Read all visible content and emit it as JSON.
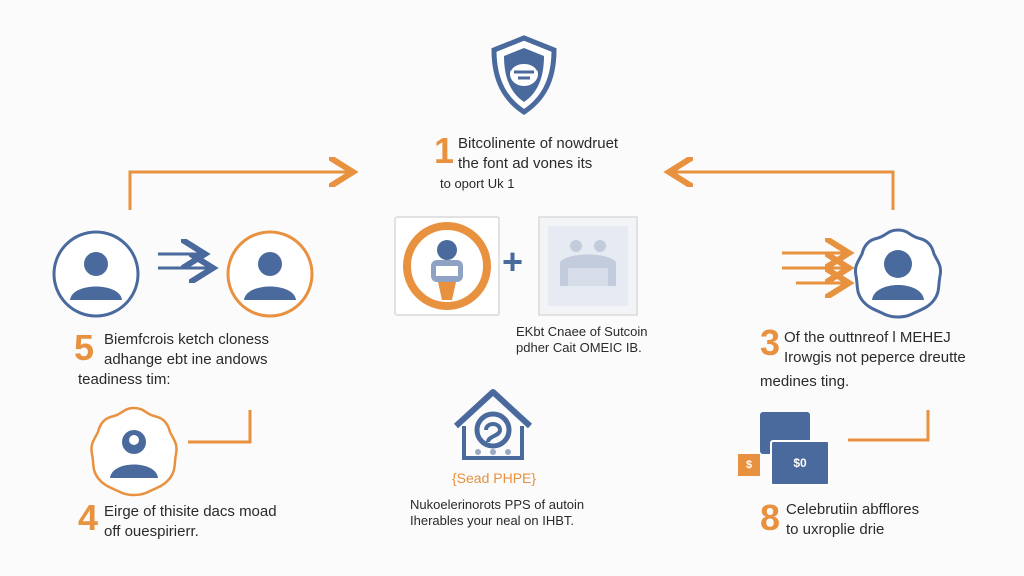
{
  "colors": {
    "orange": "#e8913f",
    "blue": "#4a6a9e",
    "dark": "#2a2a2a"
  },
  "icons": {
    "top": "shield-icon",
    "center_left": "person-coin-icon",
    "center_right": "group-card-icon",
    "left_a": "person-icon",
    "left_b": "person-icon",
    "right": "person-icon",
    "bottom_left": "person-badge-icon",
    "bottom_center": "house-icon",
    "bottom_right": "cards-icon"
  },
  "top_step": {
    "num": "1",
    "line1": "Bitcolinente of nowdruet",
    "line2": "the font ad vones its",
    "line3": "to oport Uk 1"
  },
  "center": {
    "plus": "+",
    "caption1": "EKbt Cnaee of Sutcoin",
    "caption2": "pdher Cait OMEIC IB."
  },
  "left_step": {
    "num": "5",
    "line1": "Biemfcrois ketch cloness",
    "line2": "adhange ebt ine andows",
    "line3": "teadiness tim:"
  },
  "right_step": {
    "num": "3",
    "line1": "Of the outtnreof l MEHEJ",
    "line2": "Irowgis not peperce dreutte",
    "line3": "medines ting."
  },
  "bottom_left_step": {
    "num": "4",
    "line1": "Eirge of thisite dacs moad",
    "line2": "off ouespirierr."
  },
  "bottom_center": {
    "label": "{Sead PHPE}",
    "line1": "Nukoelerinorots PPS of autoin",
    "line2": "Iherables your neal on IHBT."
  },
  "bottom_right_step": {
    "num": "8",
    "line1": "Celebrutiin abfflores",
    "line2": "to uxroplie drie",
    "card_left": "$",
    "card_right": "$0"
  }
}
